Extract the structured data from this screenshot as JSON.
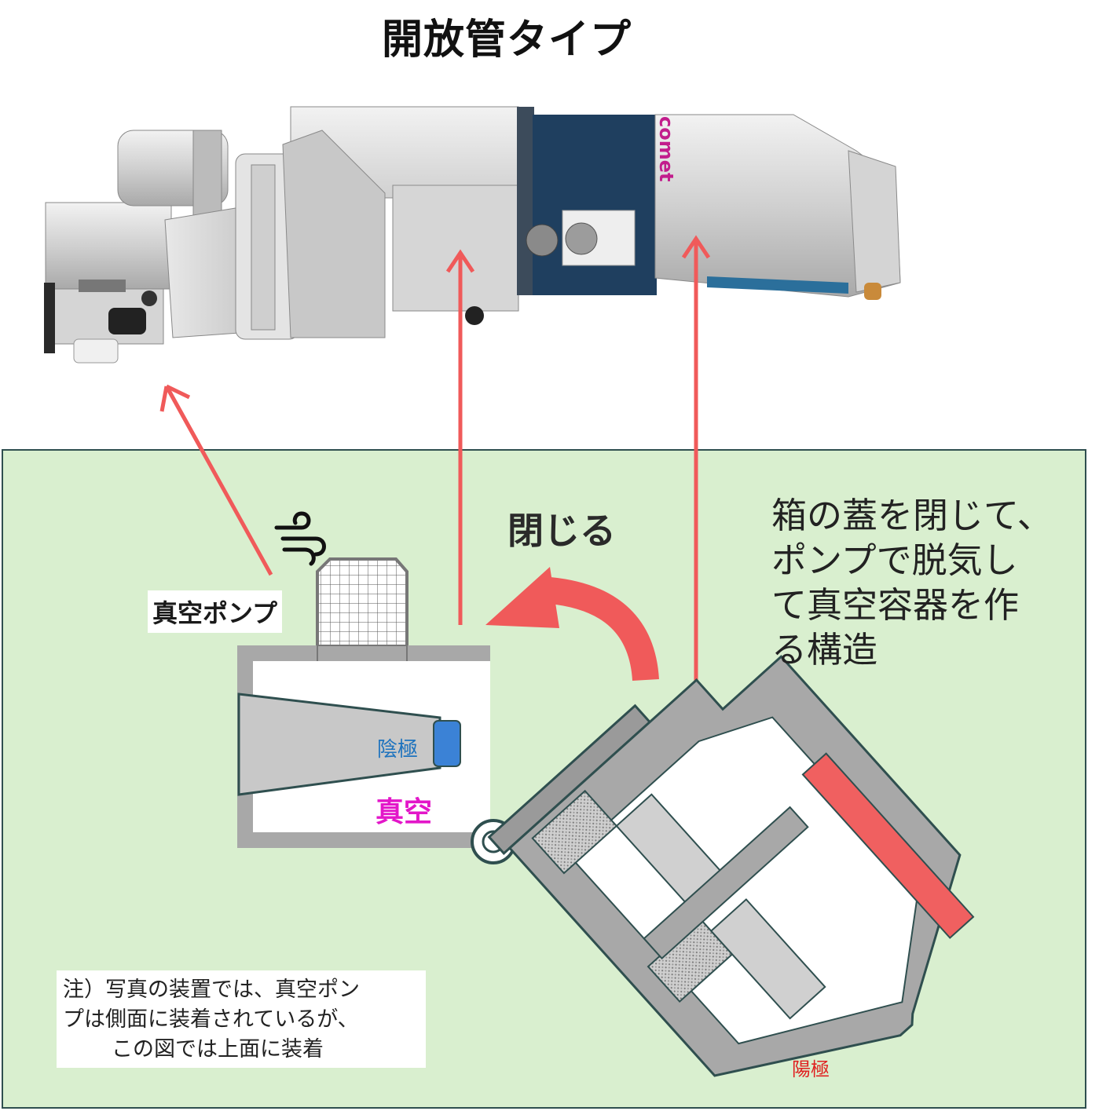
{
  "title": "開放管タイプ",
  "labels": {
    "pump": "真空ポンプ",
    "close": "閉じる",
    "cathode": "陰極",
    "vacuum": "真空",
    "anode": "陽極",
    "logo": "comet"
  },
  "description": [
    "箱の蓋を閉じて、",
    "ポンプで脱気し",
    "て真空容器を作",
    "る構造"
  ],
  "note": [
    "注）写真の装置では、真空ポン",
    "プは側面に装着されているが、",
    "この図では上面に装着"
  ],
  "colors": {
    "panel": "#d9efcf",
    "arrow": "#f05a5a",
    "cathode": "#3b82d6",
    "anode": "#f06060",
    "vacuum_text": "#e317c9",
    "housing": "#a8a8a8",
    "device_blue": "#1f3f5f"
  },
  "icons": [
    "wind-icon",
    "hinge-icon"
  ]
}
